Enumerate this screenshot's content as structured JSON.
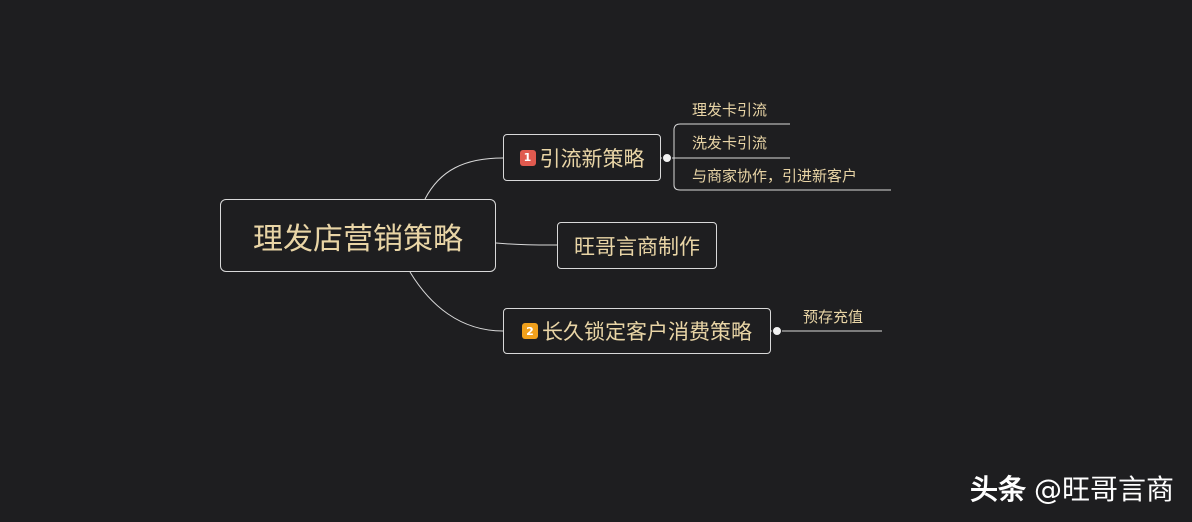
{
  "mindmap": {
    "root": {
      "label": "理发店营销策略"
    },
    "branches": [
      {
        "priority": "1",
        "priority_color": "#e05a4f",
        "label": "引流新策略",
        "children": [
          "理发卡引流",
          "洗发卡引流",
          "与商家协作，引进新客户"
        ]
      },
      {
        "label": "旺哥言商制作"
      },
      {
        "priority": "2",
        "priority_color": "#f0a01c",
        "label": "长久锁定客户消费策略",
        "children": [
          "预存充值"
        ]
      }
    ]
  },
  "watermark": {
    "brand": "头条",
    "handle": "@旺哥言商"
  },
  "colors": {
    "background": "#1e1e20",
    "text": "#e9d5a6",
    "line": "#d9d9d9"
  }
}
